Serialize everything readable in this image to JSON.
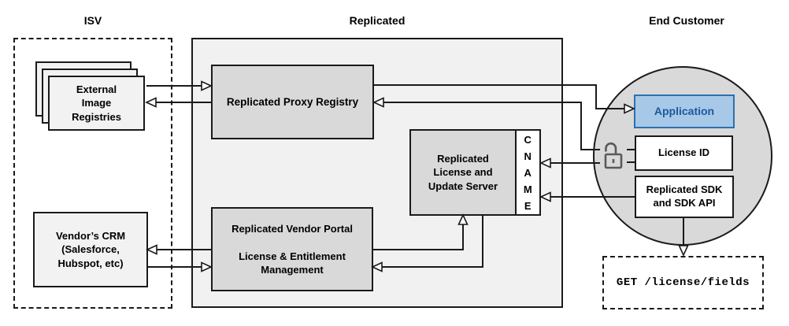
{
  "headers": {
    "isv": "ISV",
    "replicated": "Replicated",
    "end_customer": "End Customer"
  },
  "isv": {
    "registries_label": "External\nImage\nRegistries",
    "crm_label": "Vendor’s CRM\n(Salesforce,\nHubspot, etc)"
  },
  "replicated": {
    "proxy_registry_label": "Replicated Proxy Registry",
    "license_server_label": "Replicated\nLicense and\nUpdate Server",
    "cname_label": "C\nN\nA\nM\nE",
    "vendor_portal_label": "Replicated Vendor Portal\n\nLicense & Entitlement\nManagement"
  },
  "end_customer": {
    "application_label": "Application",
    "license_id_label": "License ID",
    "sdk_label": "Replicated SDK\nand SDK API",
    "get_request_label": "GET /license/fields"
  },
  "colors": {
    "application_fill": "#a8c8e8",
    "application_border": "#2c70ae",
    "application_text": "#19599c",
    "box_gray": "#d9d9d9",
    "panel_gray": "#f1f1f2",
    "light_box": "#f2f2f2",
    "line": "#1a1a1a",
    "lock_gray": "#5a5a5a"
  }
}
